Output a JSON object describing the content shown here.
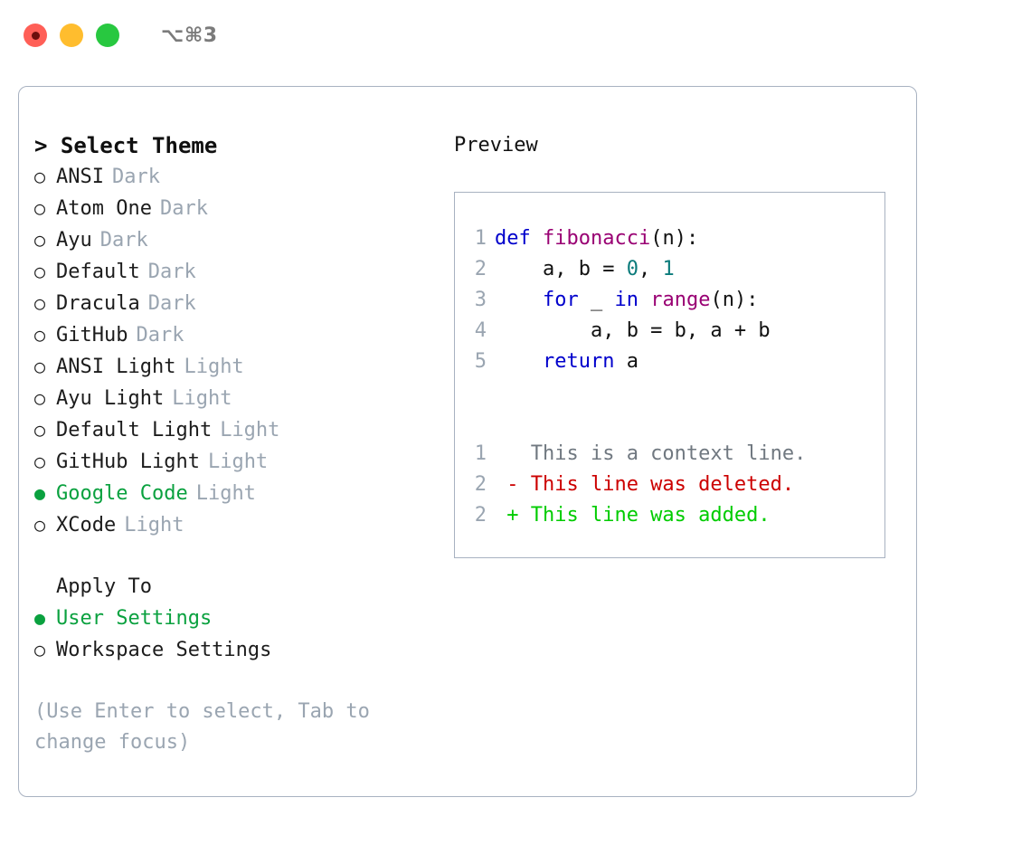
{
  "window": {
    "shortcut": "⌥⌘3",
    "traffic_lights": [
      {
        "name": "close",
        "color": "#ff5f57"
      },
      {
        "name": "minimize",
        "color": "#ffbd2e"
      },
      {
        "name": "zoom",
        "color": "#28c840"
      }
    ],
    "border_color": "#a8b2c1"
  },
  "colors": {
    "accent_green": "#0aa13f",
    "muted": "#9aa5b1",
    "text": "#1c1c1c",
    "diff_add": "#00cc00",
    "diff_del": "#cc0000",
    "kw": "#0000cc",
    "fn": "#990073",
    "num": "#0b7b7b"
  },
  "picker": {
    "title": "Select Theme",
    "caret": ">",
    "marker_selected": "●",
    "marker_unselected": "○",
    "themes": [
      {
        "name": "ANSI",
        "tag": "Dark",
        "selected": false
      },
      {
        "name": "Atom One",
        "tag": "Dark",
        "selected": false
      },
      {
        "name": "Ayu",
        "tag": "Dark",
        "selected": false
      },
      {
        "name": "Default",
        "tag": "Dark",
        "selected": false
      },
      {
        "name": "Dracula",
        "tag": "Dark",
        "selected": false
      },
      {
        "name": "GitHub",
        "tag": "Dark",
        "selected": false
      },
      {
        "name": "ANSI Light",
        "tag": "Light",
        "selected": false
      },
      {
        "name": "Ayu Light",
        "tag": "Light",
        "selected": false
      },
      {
        "name": "Default Light",
        "tag": "Light",
        "selected": false
      },
      {
        "name": "GitHub Light",
        "tag": "Light",
        "selected": false
      },
      {
        "name": "Google Code",
        "tag": "Light",
        "selected": true
      },
      {
        "name": "XCode",
        "tag": "Light",
        "selected": false
      }
    ]
  },
  "apply_to": {
    "title": "Apply To",
    "options": [
      {
        "label": "User Settings",
        "selected": true
      },
      {
        "label": "Workspace Settings",
        "selected": false
      }
    ]
  },
  "hint": "(Use Enter to select, Tab to change focus)",
  "preview": {
    "title": "Preview",
    "code_lines": [
      {
        "number": "1",
        "tokens": [
          {
            "text": "def ",
            "type": "kw"
          },
          {
            "text": "fibonacci",
            "type": "fn"
          },
          {
            "text": "(n):",
            "type": "pl"
          }
        ]
      },
      {
        "number": "2",
        "tokens": [
          {
            "text": "    a, b = ",
            "type": "pl"
          },
          {
            "text": "0",
            "type": "num"
          },
          {
            "text": ", ",
            "type": "pl"
          },
          {
            "text": "1",
            "type": "num"
          }
        ]
      },
      {
        "number": "3",
        "tokens": [
          {
            "text": "    ",
            "type": "pl"
          },
          {
            "text": "for",
            "type": "kw"
          },
          {
            "text": " _ ",
            "type": "pl"
          },
          {
            "text": "in",
            "type": "kw"
          },
          {
            "text": " ",
            "type": "pl"
          },
          {
            "text": "range",
            "type": "fn"
          },
          {
            "text": "(n):",
            "type": "pl"
          }
        ]
      },
      {
        "number": "4",
        "tokens": [
          {
            "text": "        a, b = b, a + b",
            "type": "pl"
          }
        ]
      },
      {
        "number": "5",
        "tokens": [
          {
            "text": "    ",
            "type": "pl"
          },
          {
            "text": "return",
            "type": "kw"
          },
          {
            "text": " a",
            "type": "pl"
          }
        ]
      }
    ],
    "diff_lines": [
      {
        "number": "1",
        "sign": " ",
        "text": "This is a context line.",
        "kind": "ctx"
      },
      {
        "number": "2",
        "sign": "-",
        "text": "This line was deleted.",
        "kind": "del"
      },
      {
        "number": "2",
        "sign": "+",
        "text": "This line was added.",
        "kind": "add"
      }
    ]
  }
}
